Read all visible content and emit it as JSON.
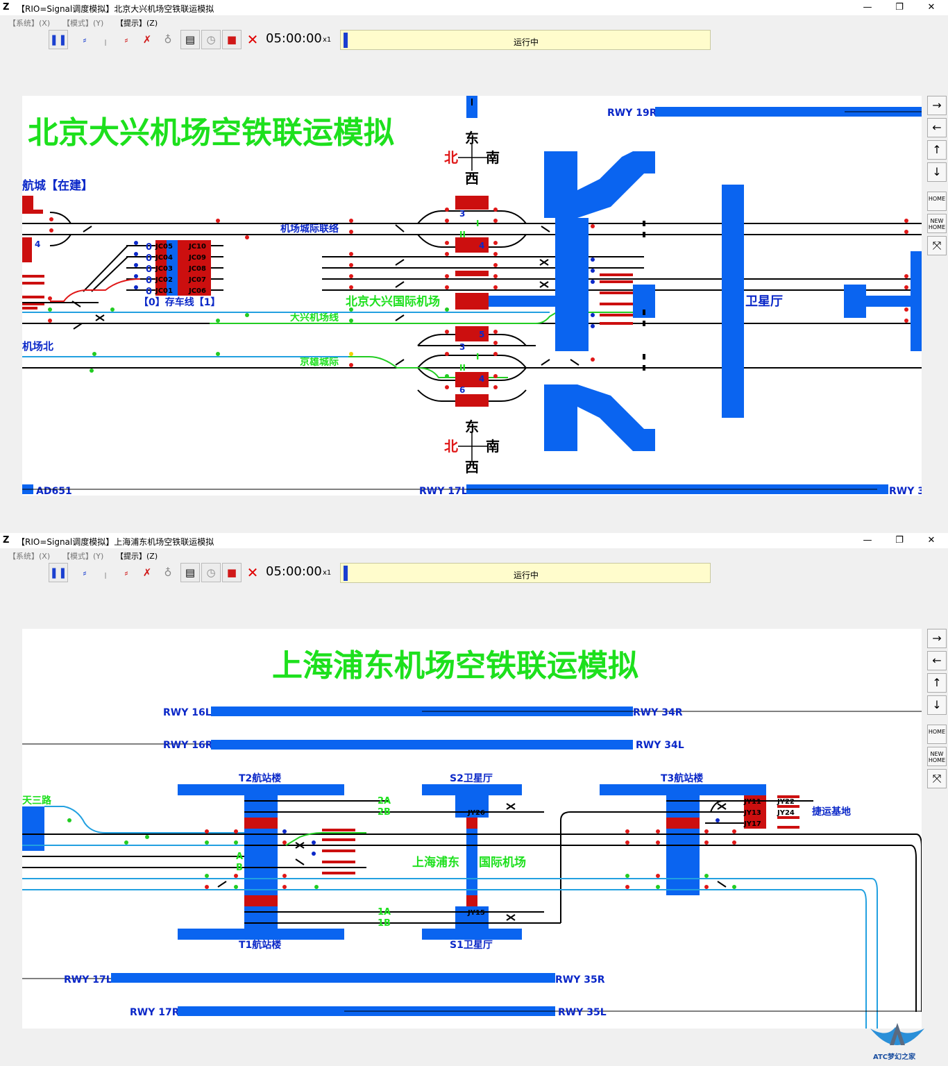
{
  "common": {
    "menu": [
      "【系统】(X)",
      "【模式】(Y)",
      "【提示】(Z)"
    ],
    "clock": "05:00:00",
    "speed": "x1",
    "status": "运行中",
    "nav": [
      "→",
      "←",
      "↑",
      "↓",
      "HOME",
      "NEW HOME",
      "⤧"
    ]
  },
  "window1": {
    "title": "【RIO=Signal调度模拟】北京大兴机场空铁联运模拟",
    "heading": "北京大兴机场空铁联运模拟",
    "labels": {
      "hangcheng": "航城【在建】",
      "airport_north": "机场北",
      "depot": "【0】存车线【1】",
      "intercity_link": "机场城际联络",
      "daxing_intl": "北京大兴国际机场",
      "daxing_line": "大兴机场线",
      "jingxiong": "京雄城际",
      "satellite": "卫星厅",
      "rwy_19r": "RWY 19R",
      "ad651": "AD651",
      "rwy_17l": "RWY 17L",
      "rwy_3": "RWY 3",
      "compass_e": "东",
      "compass_w": "西",
      "compass_n": "北",
      "compass_s": "南",
      "tracks_top": [
        "3",
        "I",
        "II",
        "4"
      ],
      "tracks_bottom": [
        "5",
        "3",
        "I",
        "II",
        "4",
        "6"
      ],
      "jc_left": [
        "JC05",
        "JC04",
        "JC03",
        "JC02",
        "JC01"
      ],
      "jc_right": [
        "JC10",
        "JC09",
        "JC08",
        "JC07",
        "JC06"
      ],
      "jc_nums": [
        "0",
        "0",
        "0",
        "0",
        "0"
      ]
    }
  },
  "window2": {
    "title": "【RIO=Signal调度模拟】上海浦东机场空铁联运模拟",
    "heading": "上海浦东机场空铁联运模拟",
    "labels": {
      "rwy_16l": "RWY 16L",
      "rwy_34r": "RWY 34R",
      "rwy_16r": "RWY 16R",
      "rwy_34l": "RWY 34L",
      "t2": "T2航站楼",
      "s2": "S2卫星厅",
      "t3": "T3航站楼",
      "t1": "T1航站楼",
      "s1": "S1卫星厅",
      "tiansan": "天三路",
      "jieyun": "捷运基地",
      "pudong_a": "上海浦东",
      "pudong_b": "国际机场",
      "track_2a": "2A",
      "track_2b": "2B",
      "track_1a": "1A",
      "track_1b": "1B",
      "track_a": "A",
      "track_b": "B",
      "jy26": "JY26",
      "jy15": "JY15",
      "jy11": "JY11",
      "jy13": "JY13",
      "jy17": "JY17",
      "jy22": "JY22",
      "jy24": "JY24",
      "rwy_17l": "RWY 17L",
      "rwy_35r": "RWY 35R",
      "rwy_17r": "RWY 17R",
      "rwy_35l": "RWY 35L"
    }
  },
  "watermark": "ATC梦幻之家",
  "colors": {
    "runway": "#0a64f0",
    "heading": "#1de01d",
    "label_blue": "#0b28c8",
    "platform": "#cc0f0f",
    "signal_red": "#e01818",
    "signal_green": "#22cc22",
    "light_line": "#22a0e0"
  }
}
